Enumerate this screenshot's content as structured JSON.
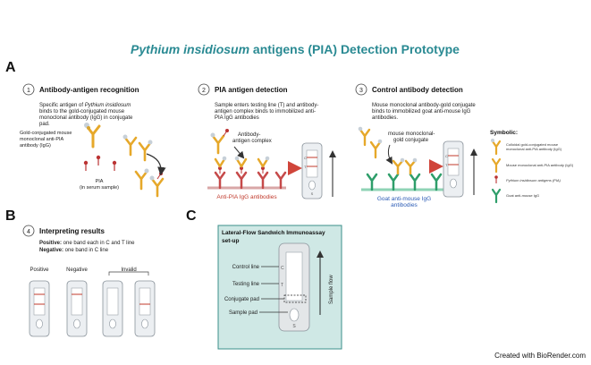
{
  "title": {
    "italic": "Pythium insidiosum",
    "rest": " antigens (PIA) Detection Prototype",
    "color": "#2a8a93"
  },
  "panel_labels": {
    "a": "A",
    "b": "B",
    "c": "C"
  },
  "step1": {
    "num": "1",
    "heading": "Antibody-antigen recognition",
    "desc_line1_pre": "Specific antigen of ",
    "desc_line1_italic": "Pythium insidiosum",
    "desc_line2": "binds to the gold-conjugated mouse",
    "desc_line3": "monoclonal antibody (IgG) in conjugate",
    "desc_line4": "pad.",
    "label_ab_1": "Gold-conjugated mouse",
    "label_ab_2": "monoclonal anti-PIA",
    "label_ab_3": "antibody (IgG)",
    "label_pia_1": "PIA",
    "label_pia_2": "(in serum sample)"
  },
  "step2": {
    "num": "2",
    "heading": "PIA antigen detection",
    "desc_line1": "Sample enters testing line (T) and antibody-",
    "desc_line2": "antigen complex binds to immobilized anti-",
    "desc_line3": "PIA IgG antibodies",
    "complex_1": "Antibody-",
    "complex_2": "antigen complex",
    "bottom_label": "Anti-PIA IgG antibodies"
  },
  "step3": {
    "num": "3",
    "heading": "Control antibody detection",
    "desc_line1": "Mouse monoclonal antibody-gold conjugate",
    "desc_line2": "binds to immobilized goat anti-mouse IgG",
    "desc_line3": "antibodies.",
    "conj_1": "mouse monoclonal-",
    "conj_2": "gold conjugate",
    "bottom_1": "Goat anti-mouse IgG",
    "bottom_2": "antibodies"
  },
  "strip_letters": {
    "c": "C",
    "t": "T",
    "s": "S"
  },
  "symbolic": {
    "heading": "Symbolic:",
    "items": [
      {
        "line1": "Colloidal gold-conjugated mouse",
        "line2": "monoclonal anti-PIA antibody (IgG)"
      },
      {
        "line1": "Mouse monoclonal anti-PIA antibody (IgG)",
        "line2": ""
      },
      {
        "line1": "Pythium insidiosum antigens (PIA)",
        "line2": ""
      },
      {
        "line1": "Goat anti-mouse IgG",
        "line2": ""
      }
    ]
  },
  "step4": {
    "num": "4",
    "heading": "Interpreting results",
    "positive_label": "Positive:",
    "positive_text": " one band each in C and T line",
    "negative_label": "Negative:",
    "negative_text": " one band in C line",
    "col_positive": "Positive",
    "col_negative": "Negative",
    "col_invalid": "Invalid"
  },
  "setup": {
    "title_line1": "Lateral-Flow Sandwich Immunoassay",
    "title_line2": "set-up",
    "control_line": "Control line",
    "testing_line": "Testing line",
    "conjugate_pad": "Conjugate pad",
    "sample_pad": "Sample pad",
    "c": "C",
    "t": "T",
    "s": "S",
    "sample_flow": "Sample flow"
  },
  "credit": "Created with BioRender.com",
  "colors": {
    "gold": "#e6a82a",
    "red": "#c0392b",
    "green": "#2e9e6a",
    "teal_panel": "#cfe8e5",
    "teal_border": "#3b8f8a"
  }
}
